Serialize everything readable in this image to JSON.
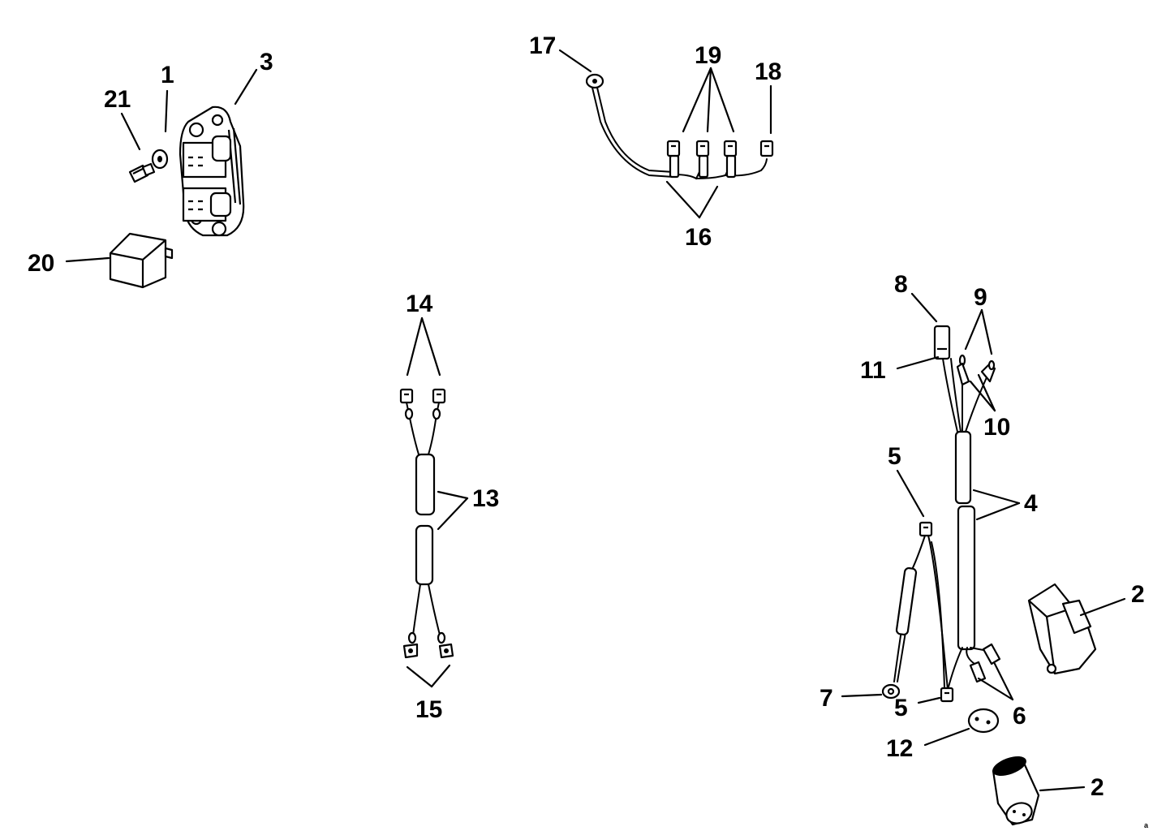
{
  "callouts": {
    "c1": "1",
    "c2a": "2",
    "c2b": "2",
    "c3": "3",
    "c4": "4",
    "c5a": "5",
    "c5b": "5",
    "c6": "6",
    "c7": "7",
    "c8": "8",
    "c9": "9",
    "c10": "10",
    "c11": "11",
    "c12": "12",
    "c13": "13",
    "c14": "14",
    "c15": "15",
    "c16": "16",
    "c17": "17",
    "c18": "18",
    "c19": "19",
    "c20": "20",
    "c21": "21"
  },
  "corner_mark": "a"
}
